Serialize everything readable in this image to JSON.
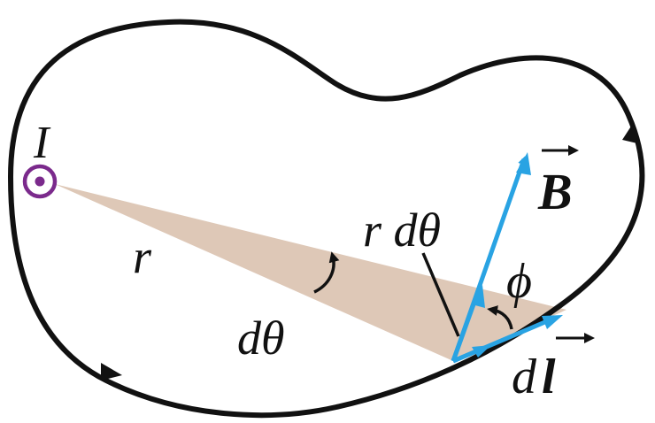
{
  "diagram": {
    "labels": {
      "current": "I",
      "radius": "r",
      "angle": "dθ",
      "arc": "r dθ",
      "field": "B",
      "phi": "ϕ",
      "dl_d": "d",
      "dl_l": "l"
    },
    "colors": {
      "loop": "#111111",
      "current_symbol": "#7b2a8c",
      "wedge": "#dcc5b3",
      "vectors": "#29a3e3",
      "text": "#111111"
    },
    "icons": {
      "current": "current-out-of-page-icon"
    }
  }
}
